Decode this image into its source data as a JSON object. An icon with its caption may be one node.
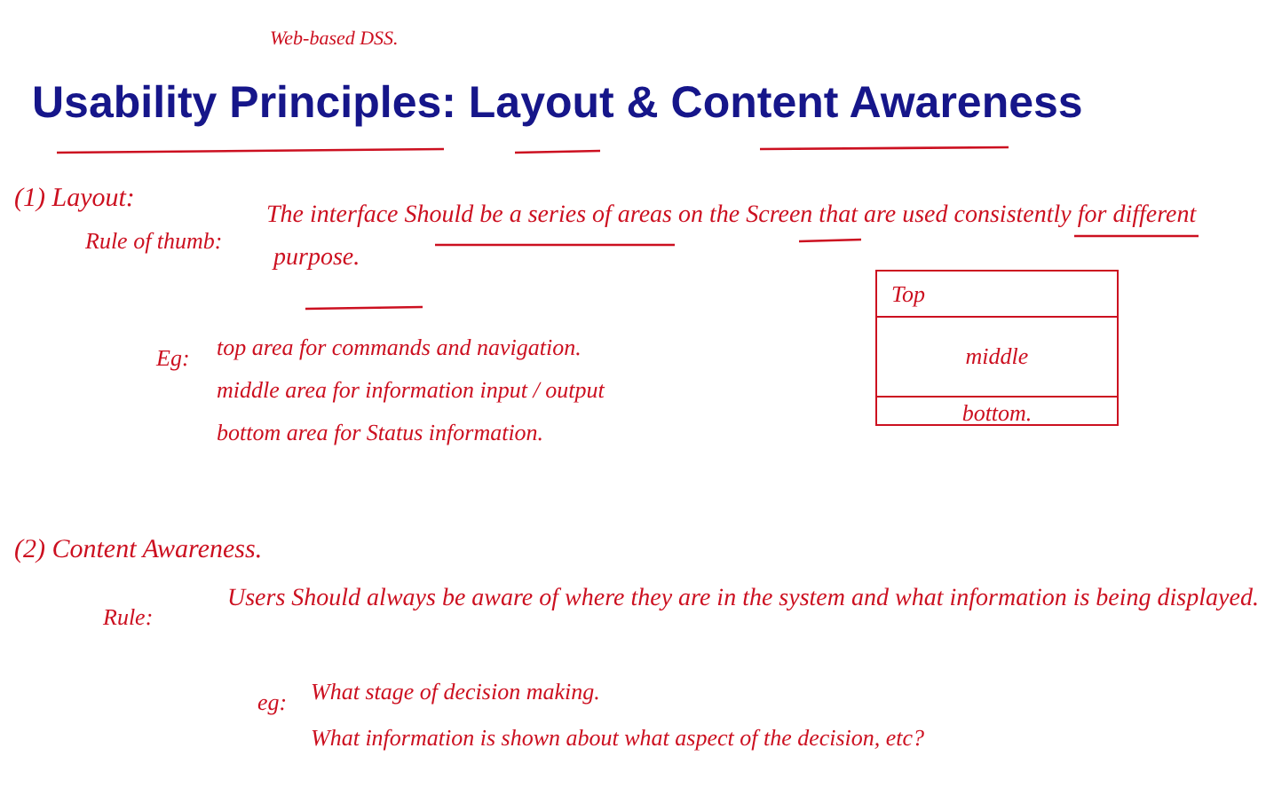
{
  "diagram": {
    "title": "Usability Principles: Layout & Content Awareness",
    "nodes": [
      {
        "text": [],
        "shape": "box"
      },
      {
        "text": [
          "Top"
        ],
        "in": 0
      },
      {
        "text": [
          "middle"
        ],
        "in": 0
      },
      {
        "text": [
          "bottom."
        ],
        "in": 0
      }
    ],
    "edges": [],
    "labels": [
      "Web-based DSS.",
      "(1) Layout:",
      "Rule of thumb:",
      "The interface Should be a series of areas on the Screen that are used consistently for different purpose.",
      "Eg:",
      "top area for commands and navigation.",
      "middle area for information input / output",
      "bottom area for Status information.",
      "(2) Content Awareness.",
      "Rule:",
      "Users Should always be aware of where they are in the system and what information is being displayed.",
      "eg:",
      "What stage of decision making.",
      "What information is shown about what aspect of the decision, etc?"
    ]
  }
}
